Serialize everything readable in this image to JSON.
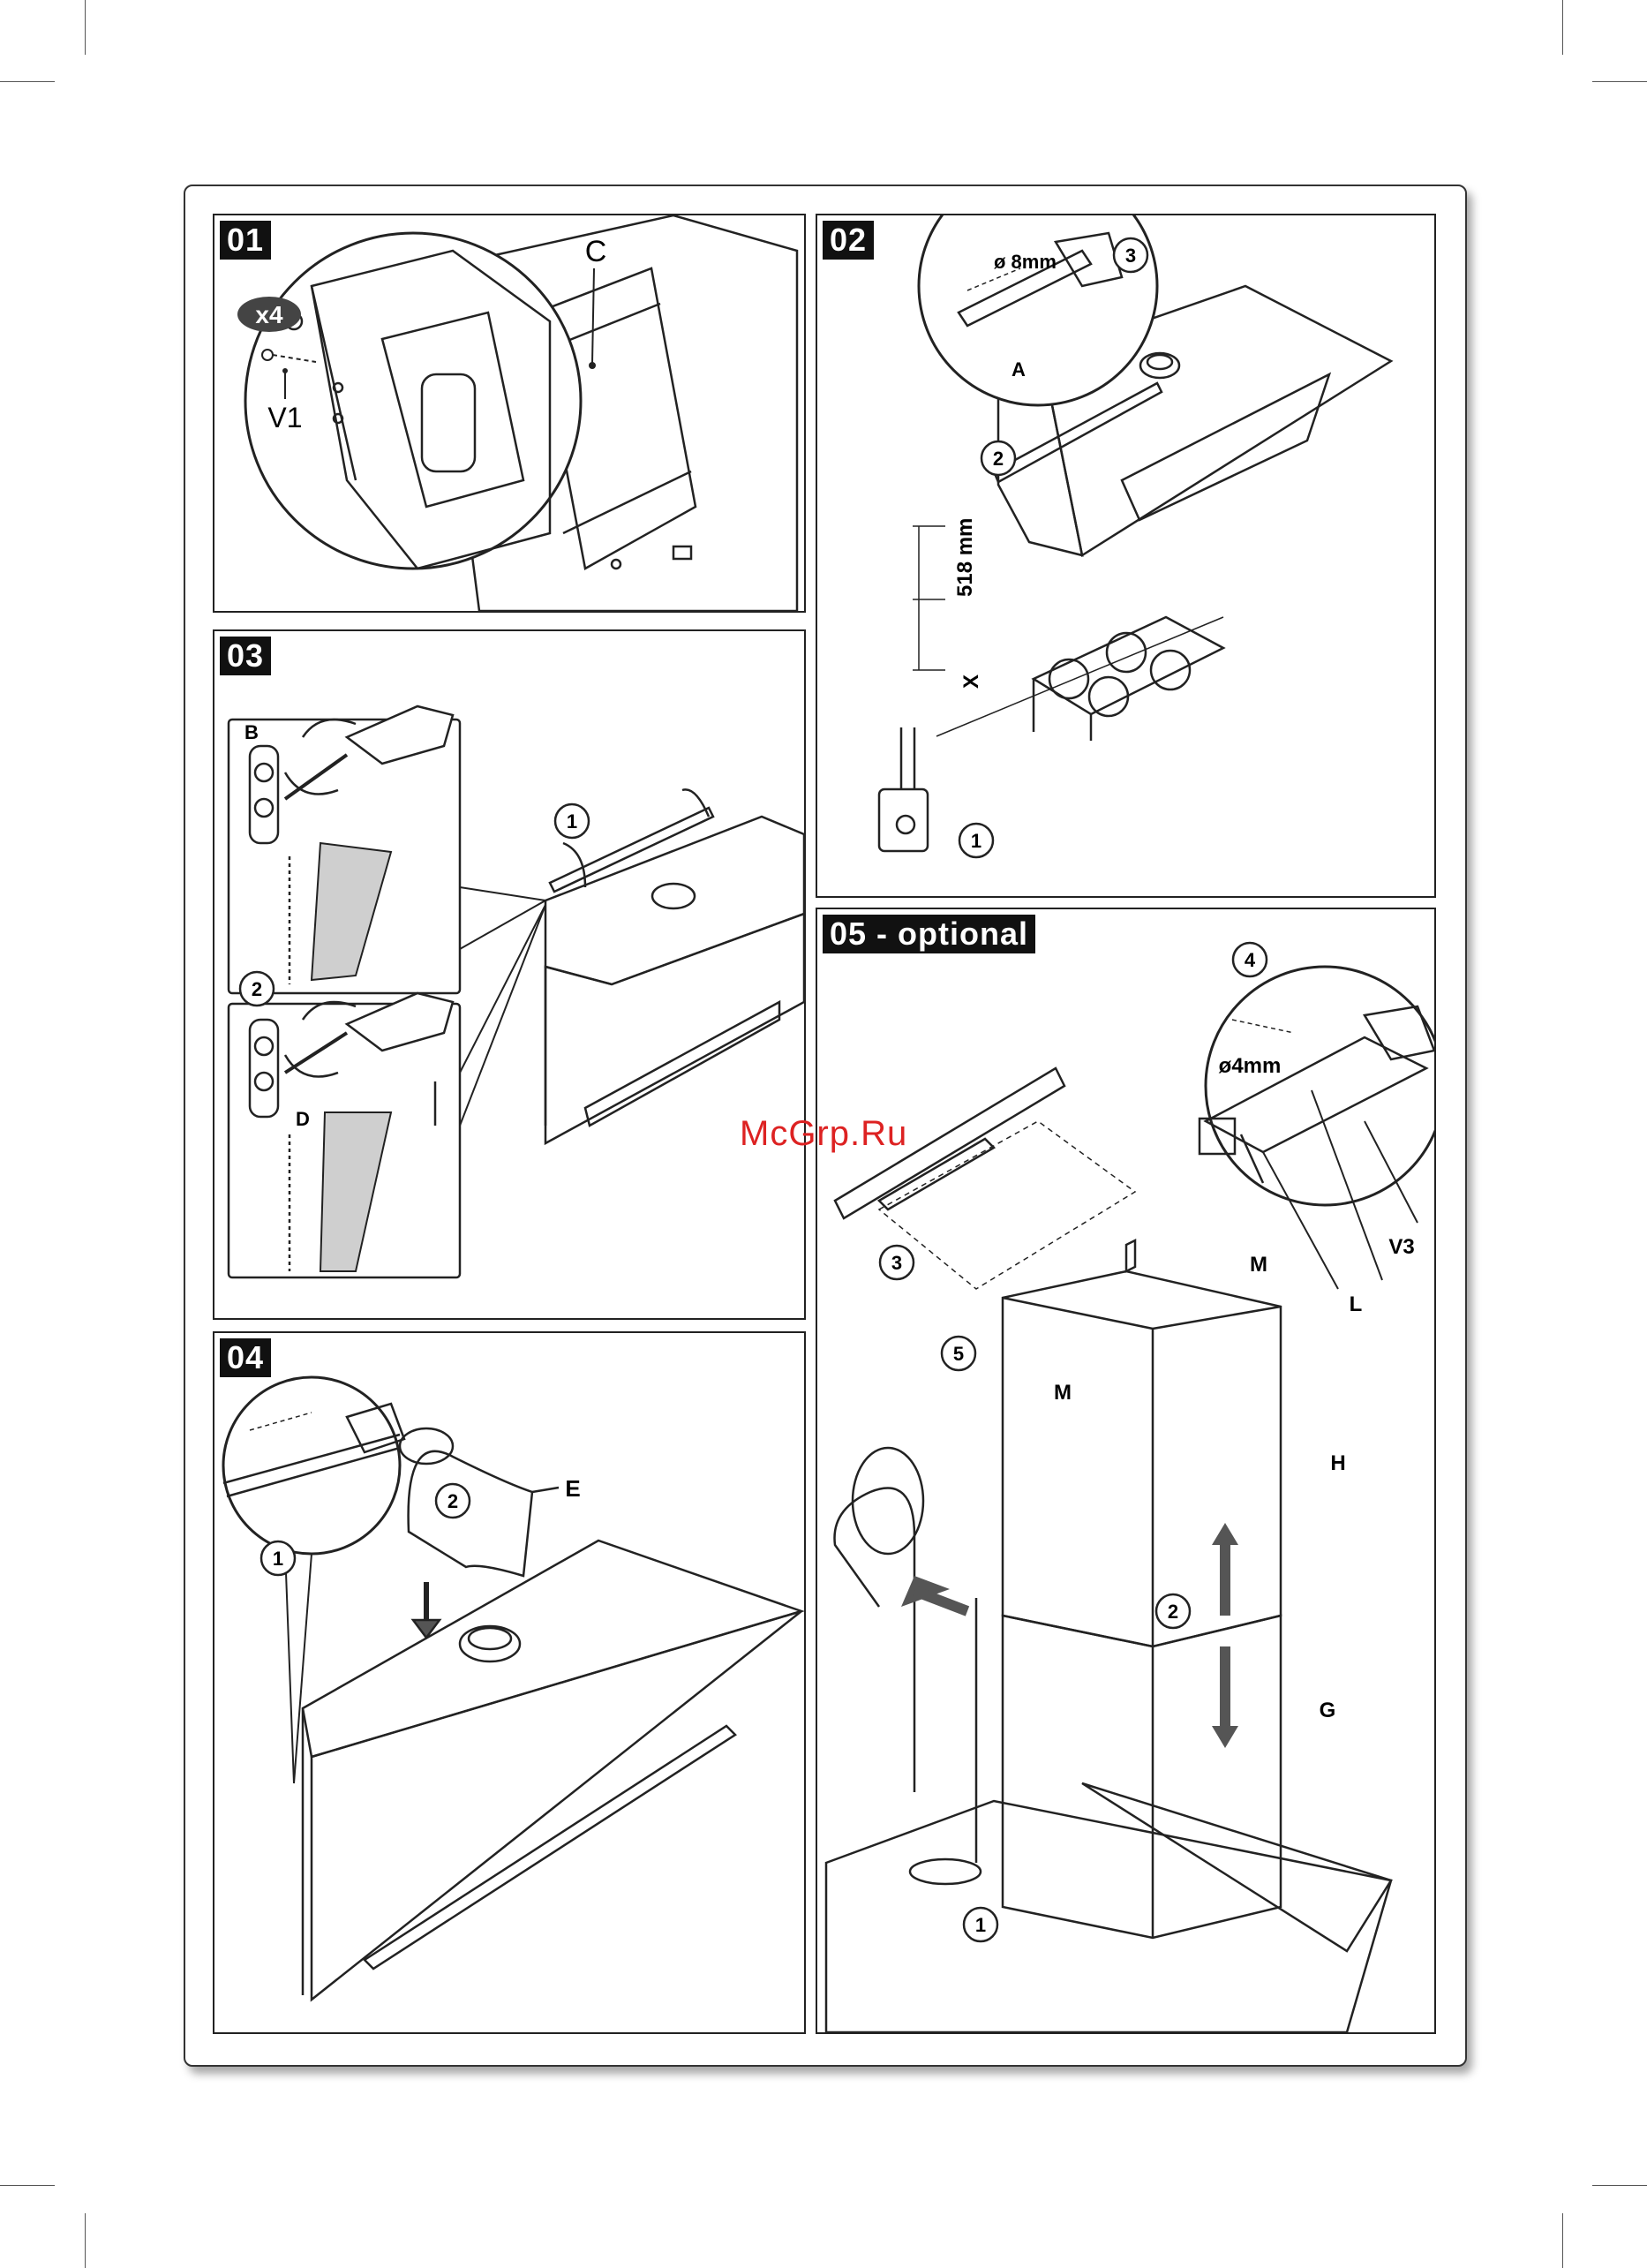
{
  "watermark": "McGrp.Ru",
  "steps": {
    "s01": {
      "tag": "01",
      "count": "x4",
      "label_c": "C",
      "label_v1": "V1"
    },
    "s02": {
      "tag": "02",
      "drill": "ø 8mm",
      "label_a": "A",
      "height": "518 mm",
      "label_x": "X",
      "num1": "1",
      "num2": "2",
      "num3": "3"
    },
    "s03": {
      "tag": "03",
      "label_b": "B",
      "label_d": "D",
      "num1": "1",
      "num2": "2"
    },
    "s04": {
      "tag": "04",
      "label_e": "E",
      "num1": "1",
      "num2": "2"
    },
    "s05": {
      "tag": "05 - optional",
      "drill": "ø4mm",
      "label_v3": "V3",
      "label_l": "L",
      "label_m": "M",
      "label_h": "H",
      "label_g": "G",
      "num1": "1",
      "num2": "2",
      "num3": "3",
      "num4": "4",
      "num5": "5"
    }
  },
  "colors": {
    "line": "#222222",
    "tag_bg": "#111111",
    "filter_gray": "#cfcfcf",
    "watermark": "#dd2222"
  }
}
